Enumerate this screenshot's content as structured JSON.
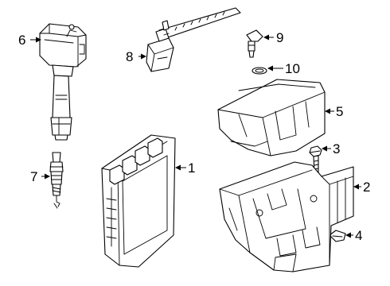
{
  "callouts": [
    {
      "id": "ecu",
      "number": "1"
    },
    {
      "id": "mounting-bracket",
      "number": "2"
    },
    {
      "id": "bolt",
      "number": "3"
    },
    {
      "id": "clip-nut",
      "number": "4"
    },
    {
      "id": "ecu-cover",
      "number": "5"
    },
    {
      "id": "ignition-coil",
      "number": "6"
    },
    {
      "id": "spark-plug",
      "number": "7"
    },
    {
      "id": "crankshaft-sensor",
      "number": "8"
    },
    {
      "id": "camshaft-sensor",
      "number": "9"
    },
    {
      "id": "o-ring",
      "number": "10"
    }
  ]
}
